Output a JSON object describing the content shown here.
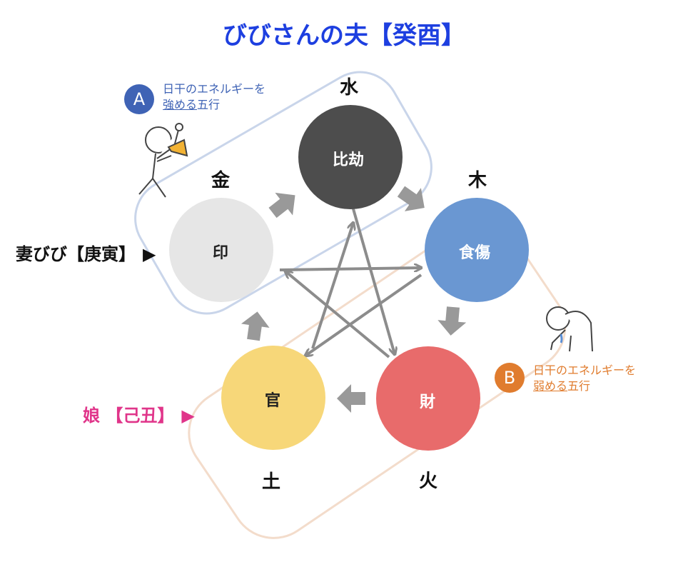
{
  "title": "びびさんの夫【癸酉】",
  "elements": {
    "water": "水",
    "wood": "木",
    "fire": "火",
    "earth": "土",
    "metal": "金"
  },
  "circles": {
    "hikou": {
      "label": "比劫",
      "color": "#4d4d4d"
    },
    "shokushou": {
      "label": "食傷",
      "color": "#6a97d2"
    },
    "zai": {
      "label": "財",
      "color": "#e86b6b"
    },
    "kan": {
      "label": "官",
      "color": "#f7d779"
    },
    "in": {
      "label": "印",
      "color": "#e6e6e6"
    }
  },
  "note_a": {
    "badge": "A",
    "line1": "日干のエネルギーを",
    "line2_underlined": "強める",
    "line2_rest": "五行",
    "color": "#3f63b5"
  },
  "note_b": {
    "badge": "B",
    "line1": "日干のエネルギーを",
    "line2_underlined": "弱める",
    "line2_rest": "五行",
    "color": "#e07c2e"
  },
  "persons": {
    "wife": {
      "label": "妻びび【庚寅】",
      "marker": "▶"
    },
    "daughter": {
      "label": "娘 【己丑】",
      "marker": "▶"
    }
  },
  "colors": {
    "title": "#1d3fe0",
    "arrow": "#8c8c8c",
    "group_a_border": "#c9d5ea",
    "group_b_border": "#f3dccb",
    "daughter": "#e0358a"
  }
}
